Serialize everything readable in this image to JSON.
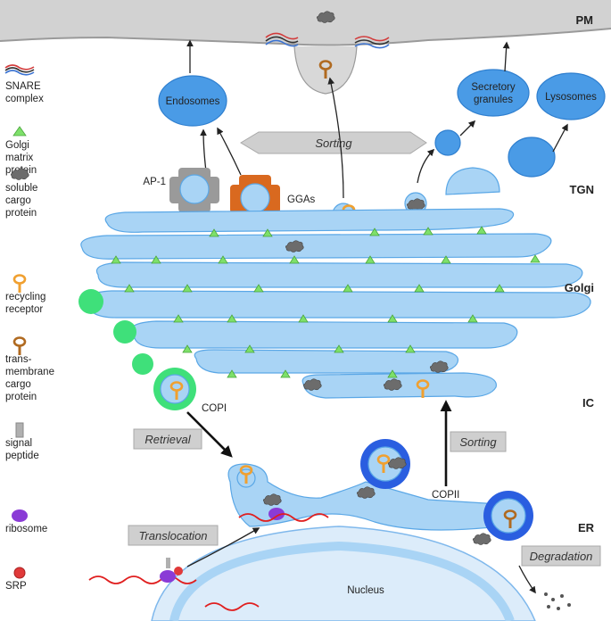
{
  "stages": {
    "pm": "PM",
    "tgn": "TGN",
    "golgi": "Golgi",
    "ic": "IC",
    "er": "ER"
  },
  "organelles": {
    "endosomes": "Endosomes",
    "secretory_line1": "Secretory",
    "secretory_line2": "granules",
    "lysosomes": "Lysosomes",
    "nucleus": "Nucleus"
  },
  "adaptors": {
    "ap1": "AP-1",
    "ggas": "GGAs",
    "copi": "COPI",
    "copii": "COPII"
  },
  "process_boxes": {
    "sorting_top": "Sorting",
    "retrieval": "Retrieval",
    "sorting_ic": "Sorting",
    "translocation": "Translocation",
    "degradation": "Degradation"
  },
  "legend": [
    {
      "icon": "snare-complex-icon",
      "lines": [
        "SNARE",
        "complex"
      ]
    },
    {
      "icon": "golgi-matrix-protein-icon",
      "lines": [
        "Golgi",
        "matrix",
        "protein"
      ]
    },
    {
      "icon": "soluble-cargo-protein-icon",
      "lines": [
        "soluble",
        "cargo",
        "protein"
      ]
    },
    {
      "icon": "recycling-receptor-icon",
      "lines": [
        "recycling",
        "receptor"
      ]
    },
    {
      "icon": "transmembrane-cargo-protein-icon",
      "lines": [
        "trans-",
        "membrane",
        "cargo",
        "protein"
      ]
    },
    {
      "icon": "signal-peptide-icon",
      "lines": [
        "signal",
        "peptide"
      ]
    },
    {
      "icon": "ribosome-icon",
      "lines": [
        "ribosome"
      ]
    },
    {
      "icon": "srp-icon",
      "lines": [
        "SRP"
      ]
    }
  ],
  "colors": {
    "membrane_fill": "#a9d4f5",
    "membrane_stroke": "#5aa7e6",
    "golgi_matrix": "#7ee06a",
    "copi_coat": "#3fe07a",
    "copii_coat": "#2a5ee0",
    "ap1_coat": "#9a9a9a",
    "gga_coat": "#d9691f",
    "receptor": "#f0a030",
    "ribosome": "#8a3bd6",
    "srp": "#e03a3a",
    "mrna": "#e01f1f"
  }
}
